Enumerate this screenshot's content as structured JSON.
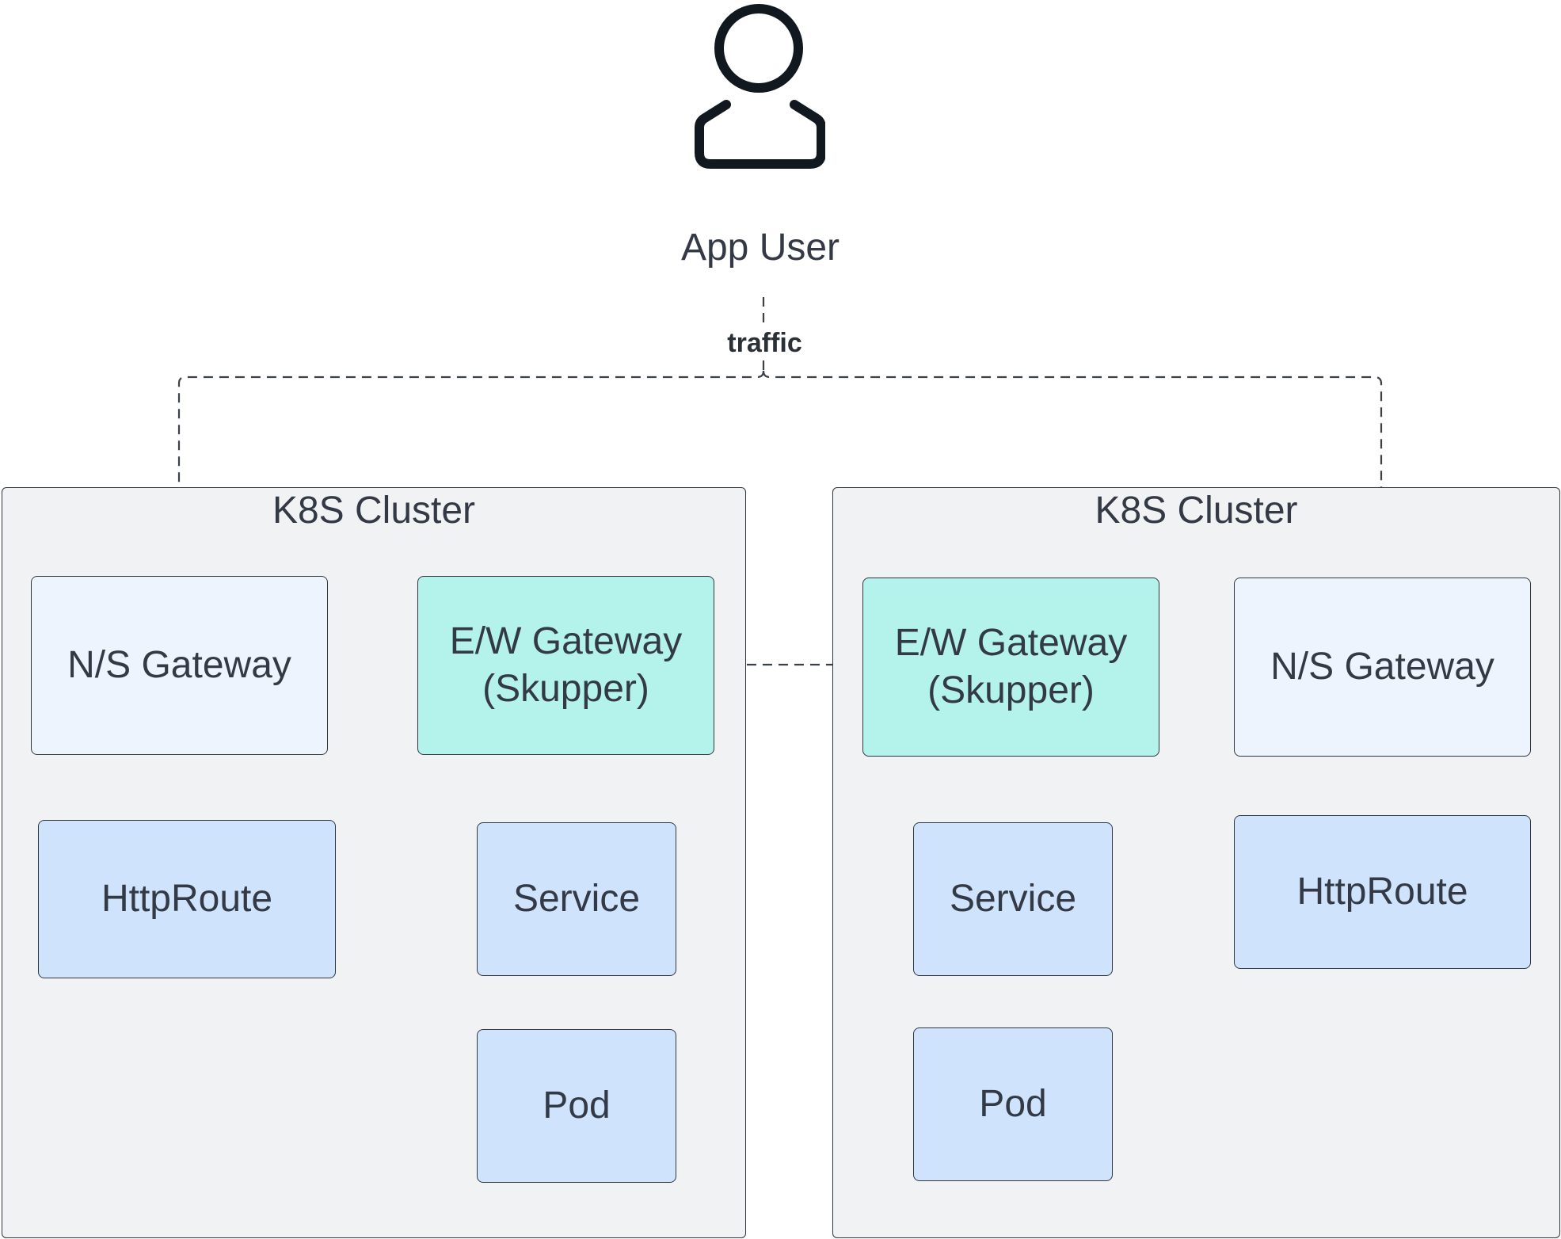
{
  "actor": {
    "label": "App User",
    "icon": "user-icon"
  },
  "edge_labels": {
    "traffic": "traffic"
  },
  "clusters": [
    {
      "title": "K8S Cluster",
      "nodes": {
        "ns_gateway": "N/S Gateway",
        "ew_gateway": "E/W Gateway\n(Skupper)",
        "httproute": "HttpRoute",
        "service": "Service",
        "pod": "Pod"
      }
    },
    {
      "title": "K8S Cluster",
      "nodes": {
        "ew_gateway": "E/W Gateway\n(Skupper)",
        "ns_gateway": "N/S Gateway",
        "service": "Service",
        "httproute": "HttpRoute",
        "pod": "Pod"
      }
    }
  ],
  "colors": {
    "cluster_fill": "#f1f2f4",
    "ns_gateway_fill": "#edf4fe",
    "ew_gateway_fill": "#b4f3eb",
    "resource_fill": "#cfe3fd",
    "stroke": "#2f3640",
    "text": "#333a45"
  }
}
